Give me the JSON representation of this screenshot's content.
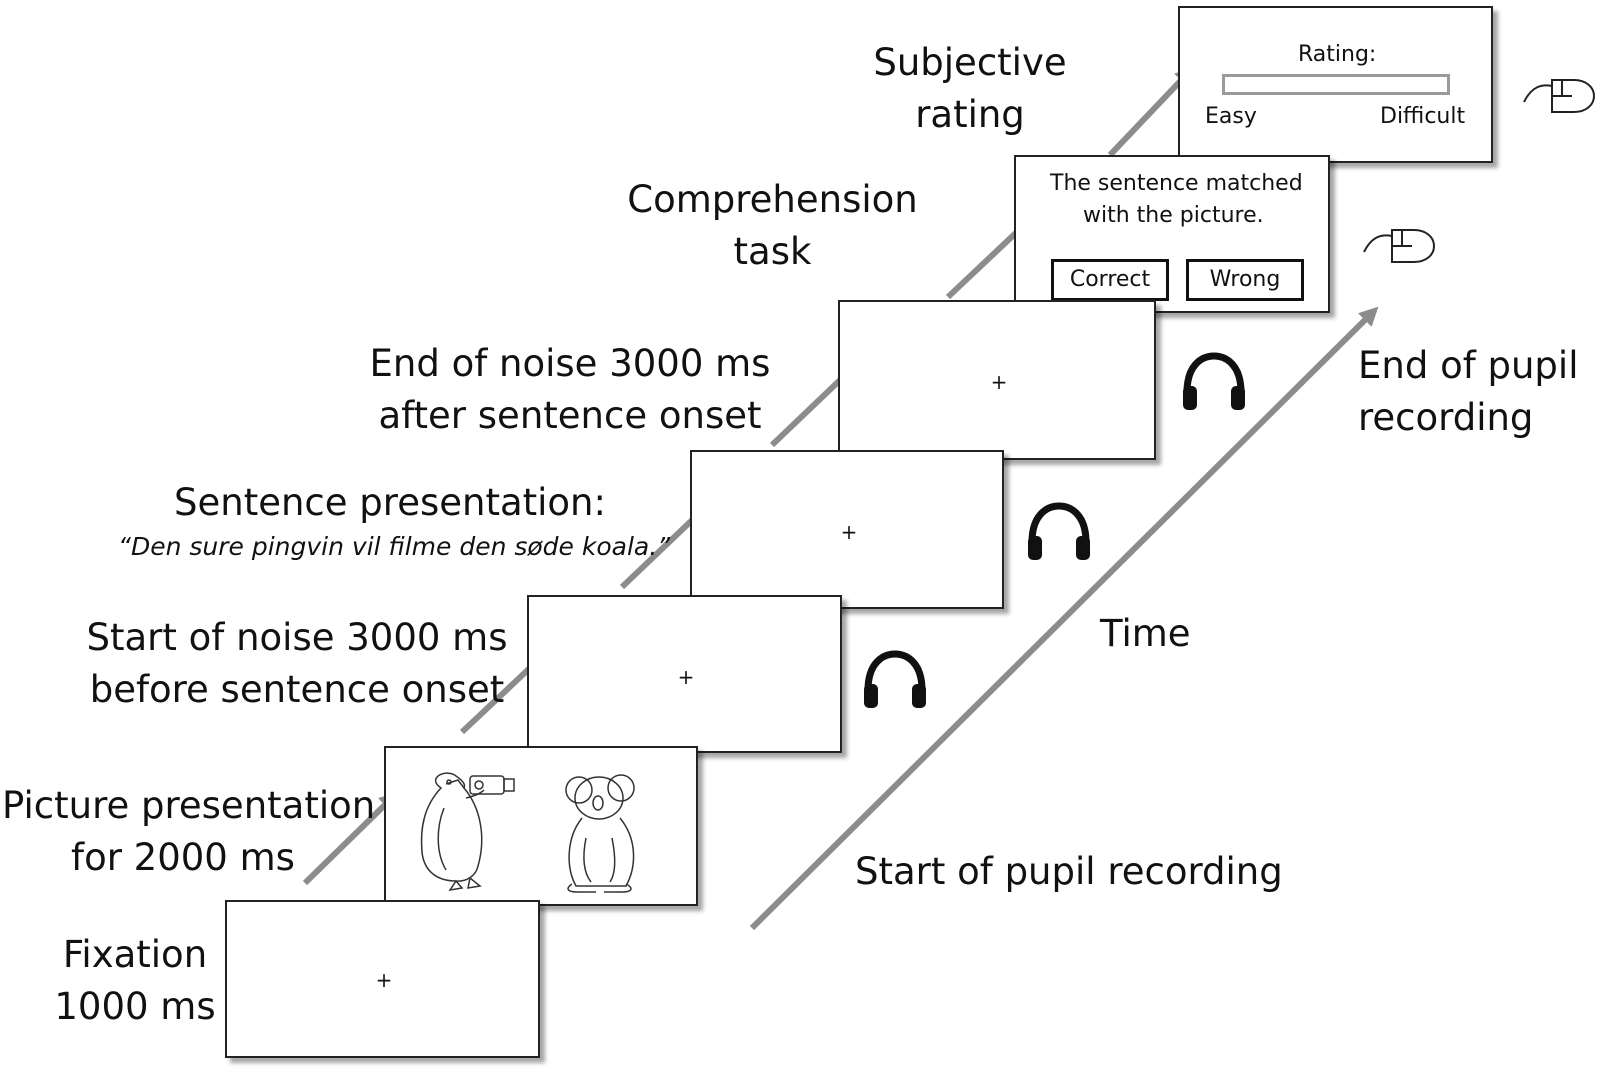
{
  "stages": {
    "fixation": {
      "label_line1": "Fixation",
      "label_line2": "1000 ms",
      "stimulus": "+"
    },
    "picture": {
      "label_line1": "Picture presentation",
      "label_line2": "for 2000 ms"
    },
    "noise_start": {
      "label_line1": "Start of noise 3000 ms",
      "label_line2": "before sentence onset",
      "stimulus": "+"
    },
    "sentence": {
      "label_line1": "Sentence presentation:",
      "example": "“Den sure pingvin vil filme den søde koala.”",
      "stimulus": "+"
    },
    "noise_end": {
      "label_line1": "End of noise 3000 ms",
      "label_line2": "after sentence onset",
      "stimulus": "+"
    },
    "comprehension": {
      "label_line1": "Comprehension",
      "label_line2": "task",
      "prompt_line1": "The sentence matched",
      "prompt_line2": "with the picture.",
      "button_correct": "Correct",
      "button_wrong": "Wrong"
    },
    "rating": {
      "label_line1": "Subjective",
      "label_line2": "rating",
      "title": "Rating:",
      "left_anchor": "Easy",
      "right_anchor": "Difficult"
    }
  },
  "timeline": {
    "axis_label": "Time",
    "start_label": "Start of pupil recording",
    "end_label_line1": "End of pupil",
    "end_label_line2": "recording"
  },
  "icons": {
    "audio": "headphones-icon",
    "response": "mouse-icon",
    "picture_left": "penguin-with-camera-icon",
    "picture_right": "koala-icon"
  },
  "colors": {
    "arrow": "#8c8c8c",
    "border": "#222222"
  }
}
